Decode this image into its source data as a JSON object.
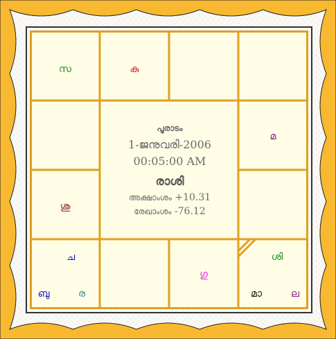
{
  "chart": {
    "star": "പൂരാടം",
    "date": "1-ജനുവരി-2006",
    "time": "00:05:00 AM",
    "chart_type": "രാശി",
    "latitude_label": "അക്ഷാംശം",
    "latitude_value": "+10.31",
    "longitude_label": "രേഖാംശം",
    "longitude_value": "-76.12"
  },
  "colors": {
    "frame_fill": "#f8b830",
    "grid_line": "#e0a020",
    "cell_bg": "#fffde6",
    "border_dark": "#333333"
  },
  "houses": {
    "h1": [
      {
        "text": "സ",
        "color": "#1a8a1a"
      }
    ],
    "h2": [
      {
        "text": "കു",
        "color": "#e02020"
      }
    ],
    "h3": [],
    "h4": [],
    "h5": [
      {
        "text": "മ",
        "color": "#8a1a8a"
      }
    ],
    "h6": [],
    "h7": [
      {
        "text": "ശി",
        "color": "#1a8a1a"
      },
      {
        "text": "മാ",
        "color": "#111111"
      },
      {
        "text": "ല",
        "color": "#8a1a8a"
      }
    ],
    "h8": [
      {
        "text": "ഗു",
        "color": "#e020e0"
      }
    ],
    "h9": [],
    "h10": [
      {
        "text": "ച",
        "color": "#1010c0"
      },
      {
        "text": "ബു",
        "color": "#1010c0"
      },
      {
        "text": "ര",
        "color": "#1a8a8a"
      }
    ],
    "h11": [
      {
        "text": "ശു",
        "color": "#8a1a1a"
      }
    ],
    "h12": []
  }
}
